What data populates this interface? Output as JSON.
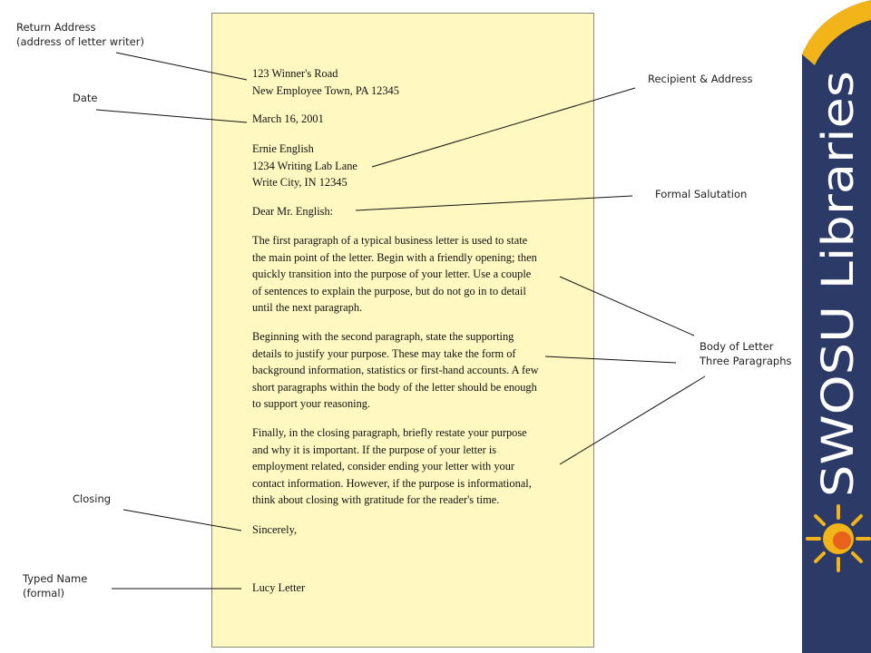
{
  "annotations": {
    "return_address": [
      "Return Address",
      "(address of letter writer)"
    ],
    "date": "Date",
    "recipient": "Recipient & Address",
    "salutation": "Formal Salutation",
    "body": [
      "Body of Letter",
      "Three Paragraphs"
    ],
    "closing": "Closing",
    "typed_name": [
      "Typed Name",
      "(formal)"
    ]
  },
  "letter": {
    "return_address": [
      "123 Winner's Road",
      "New Employee Town, PA 12345"
    ],
    "date": "March 16, 2001",
    "recipient": [
      "Ernie English",
      "1234 Writing Lab Lane",
      "Write City, IN 12345"
    ],
    "salutation": "Dear Mr. English:",
    "paragraphs": [
      [
        "The first paragraph of a typical business letter is used to state",
        "the main point of the letter. Begin with a friendly opening; then",
        "quickly transition into the purpose of your letter. Use a couple",
        "of sentences to explain the purpose, but do not go in to detail",
        "until the next paragraph."
      ],
      [
        "Beginning with the second paragraph, state the supporting",
        "details to justify your purpose. These may take the form of",
        "background information, statistics or first-hand accounts. A few",
        "short paragraphs within the body of the letter should be enough",
        "to support your reasoning."
      ],
      [
        "Finally, in the closing paragraph, briefly restate your purpose",
        "and why it is important. If the purpose of your letter is",
        "employment related, consider ending your letter with your",
        "contact information. However, if the purpose is informational,",
        "think about closing with gratitude for the reader's time."
      ]
    ],
    "closing": "Sincerely,",
    "signature": "Lucy Letter"
  },
  "branding": {
    "logo_text": "SWOSU Libraries",
    "colors": {
      "navy": "#2b3a66",
      "gold": "#f2b418",
      "orange": "#e9621c",
      "paper": "#fff8c0"
    }
  }
}
